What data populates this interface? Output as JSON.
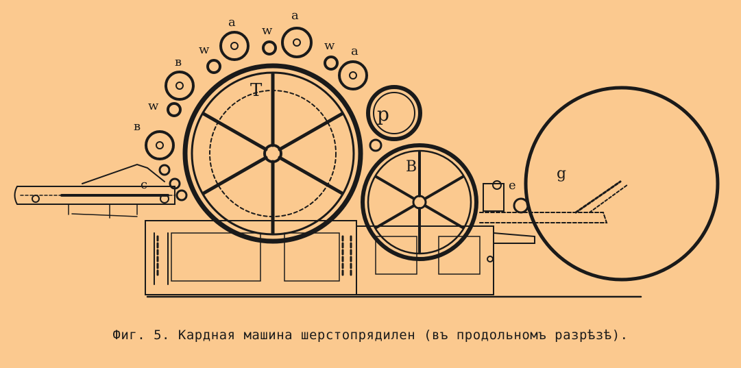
{
  "caption": "Фиг. 5. Кардная машина шерстопрядилен (въ продольномъ разрѣзѣ).",
  "labels": {
    "T": "T",
    "B": "B",
    "p": "p",
    "g": "g",
    "c": "c",
    "e": "e",
    "a": "a",
    "v": "в",
    "w": "w"
  },
  "colors": {
    "paper": "#fbc98f",
    "ink": "#1a1a1a"
  }
}
